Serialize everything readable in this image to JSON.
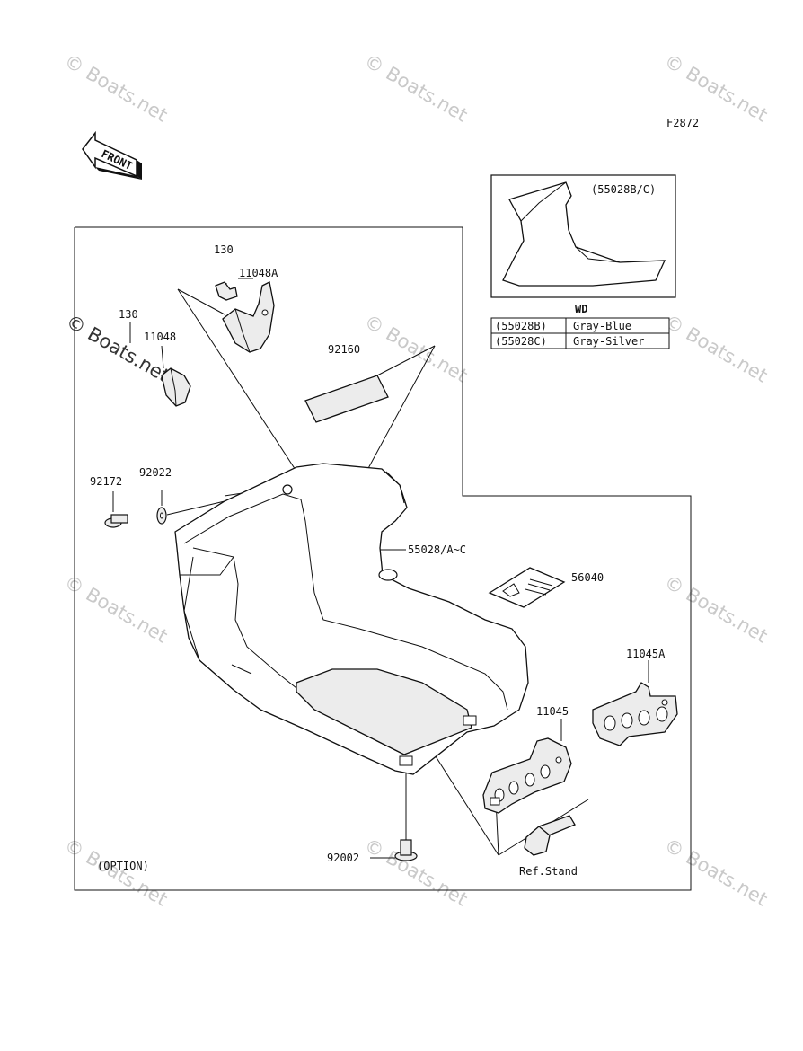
{
  "figure_code": "F2872",
  "front_arrow_text": "FRONT",
  "inset_label": "(55028B/C)",
  "wd_table": {
    "header": "WD",
    "rows": [
      {
        "code": "(55028B)",
        "color": "Gray-Blue"
      },
      {
        "code": "(55028C)",
        "color": "Gray-Silver"
      }
    ]
  },
  "part_labels": {
    "p130_top": "130",
    "p11048A": "11048A",
    "p130_left": "130",
    "p11048": "11048",
    "p92160": "92160",
    "p92172": "92172",
    "p92022": "92022",
    "p55028": "55028/A~C",
    "p56040": "56040",
    "p11045A": "11045A",
    "p11045": "11045",
    "p92002": "92002",
    "ref_stand": "Ref.Stand"
  },
  "option_label": "(OPTION)",
  "watermark": {
    "text": "© Boats.net"
  }
}
